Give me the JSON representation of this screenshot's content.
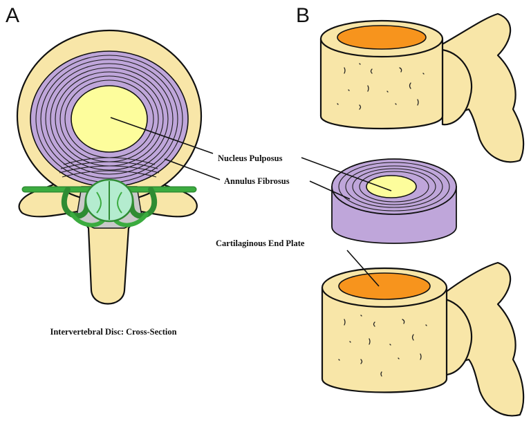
{
  "panels": {
    "a": "A",
    "b": "B"
  },
  "labels": {
    "nucleus": "Nucleus Pulposus",
    "annulus": "Annulus Fibrosus",
    "endplate": "Cartilaginous End Plate"
  },
  "caption": "Intervertebral Disc: Cross-Section",
  "colors": {
    "bone": "#f8e6a8",
    "annulus": "#bfa6da",
    "nucleus": "#fdfd9c",
    "end_plate": "#f7941d",
    "nerve_roots": "#3bab3f",
    "spinal_cord": "#b4eccf",
    "canal": "#c9c9c9"
  }
}
